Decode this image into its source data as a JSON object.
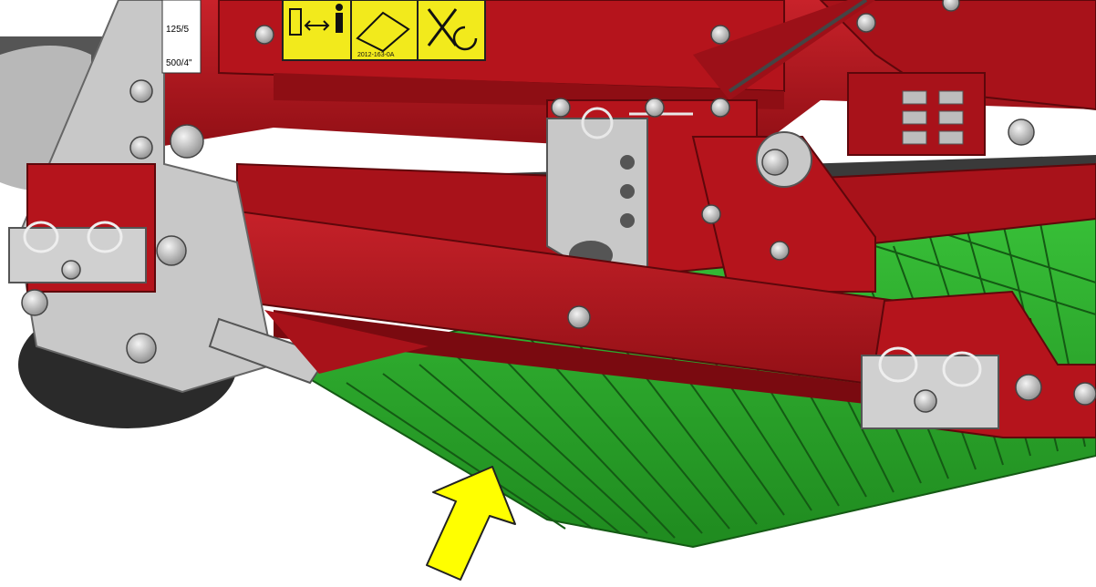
{
  "figure": {
    "side_labels": [
      "125/5",
      "500/4\""
    ],
    "decal_text": "2012-163-0A",
    "colors": {
      "frame_red": "#b5141c",
      "frame_red_dark": "#7a0a10",
      "frame_red_light": "#d63a3c",
      "comb_green": "#2aa82a",
      "comb_green_dark": "#1a6e1a",
      "steel_grey": "#c8c8c8",
      "steel_dark": "#8a8a8a",
      "decal_yellow": "#f2ea1c",
      "arrow_yellow": "#ffff00",
      "roller_black": "#2a2a2a"
    },
    "icons": [
      "warning-decal-icon",
      "yellow-pointer-arrow-icon"
    ]
  }
}
